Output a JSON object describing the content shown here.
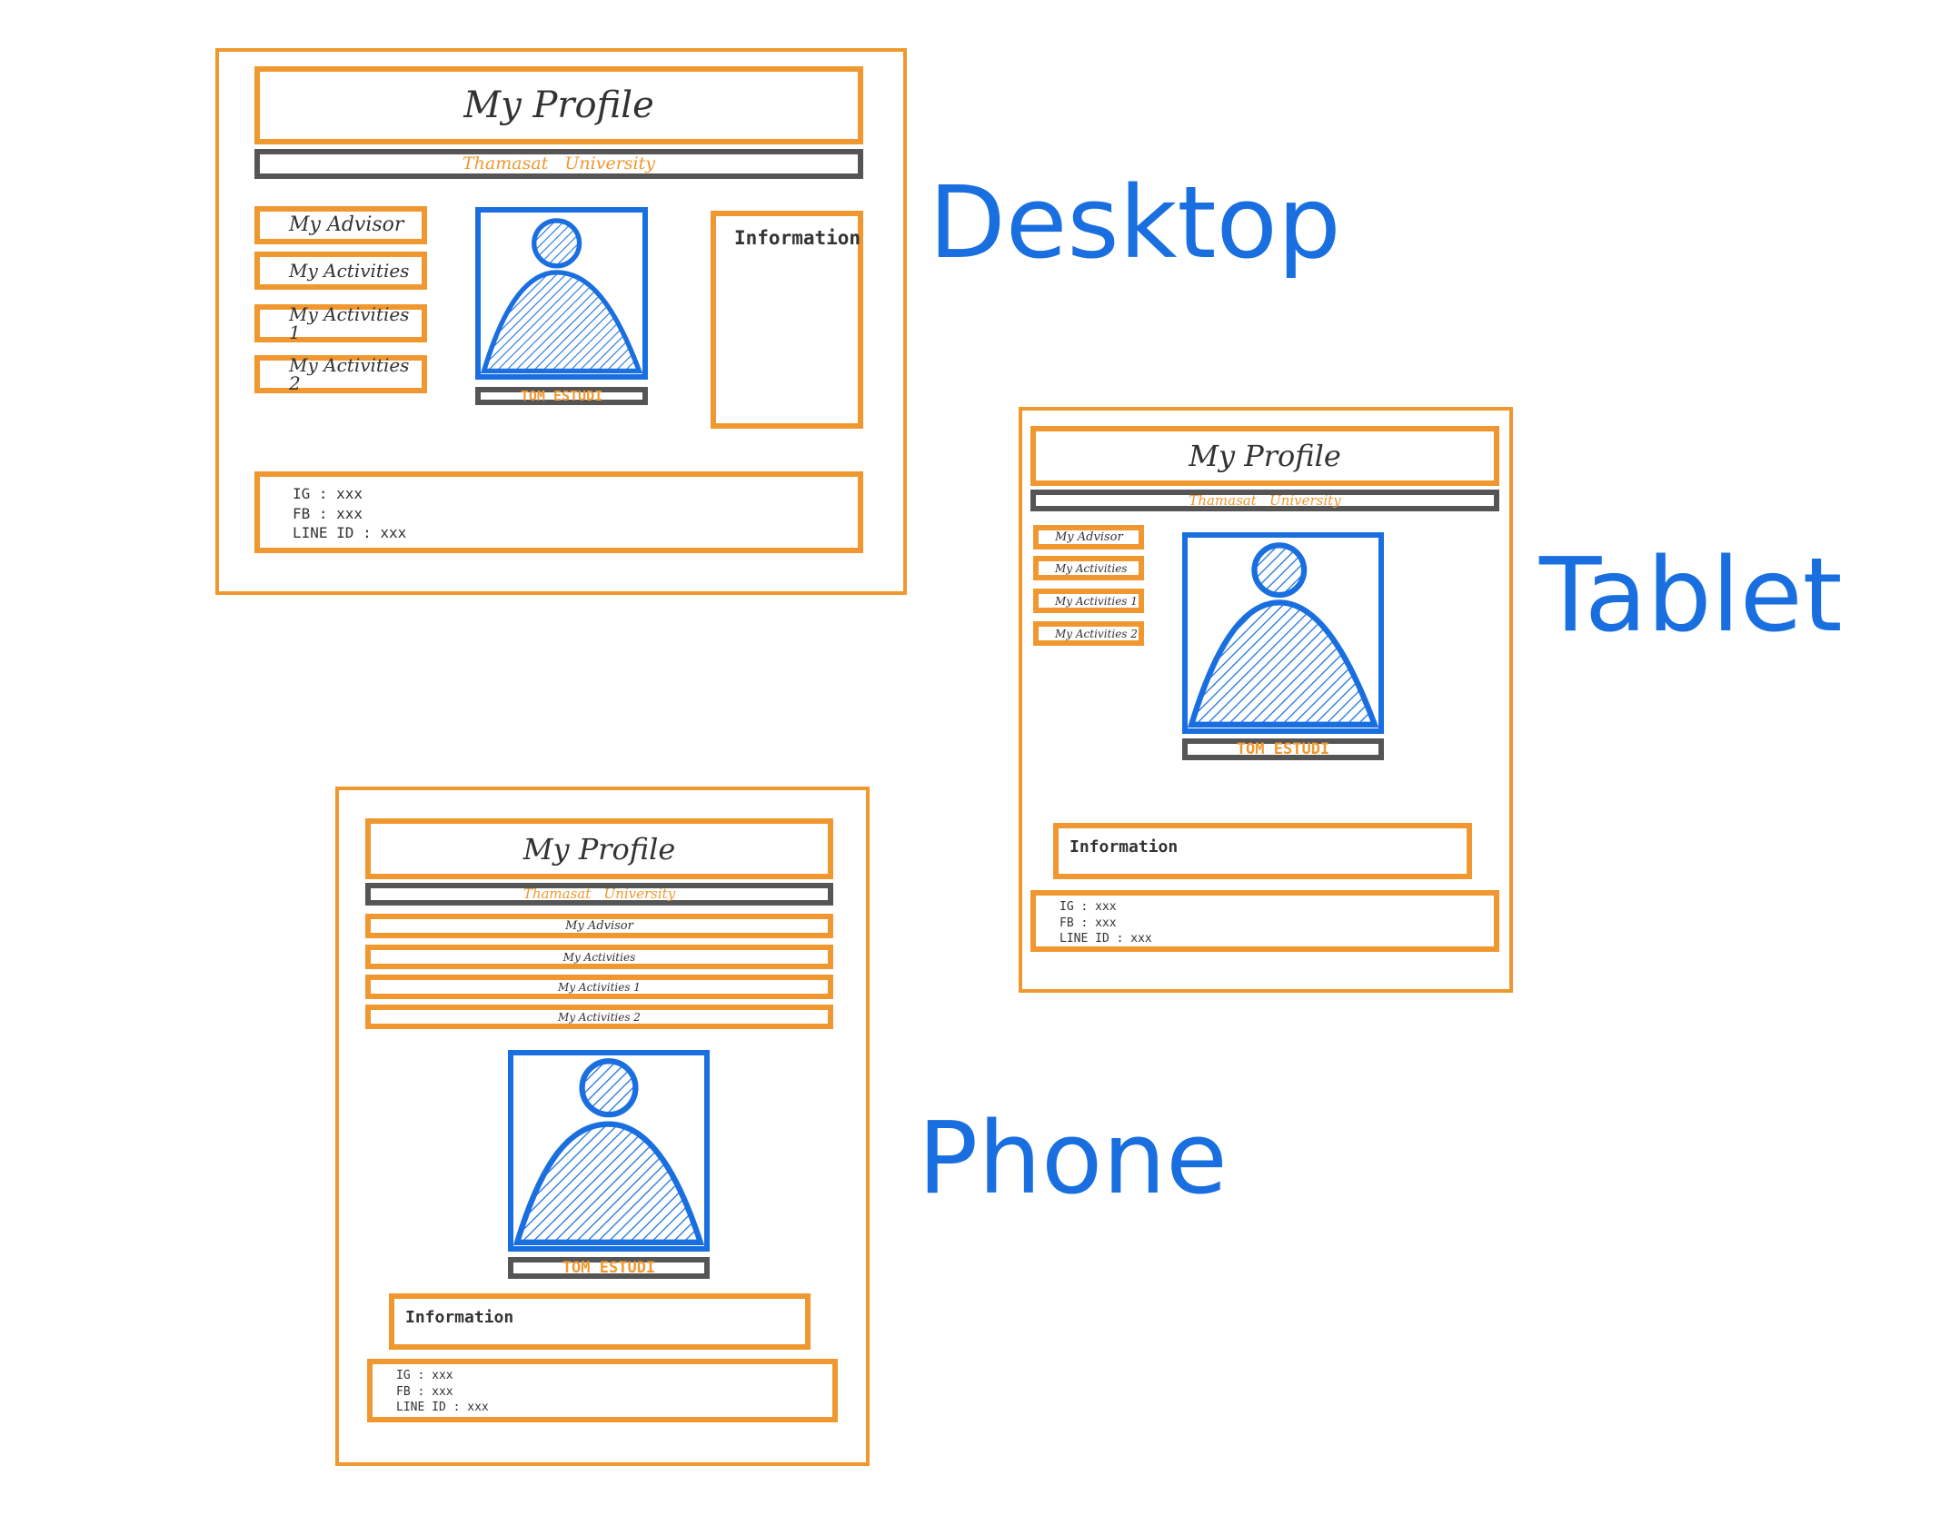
{
  "colors": {
    "frame": "#f0982f",
    "bar": "#555555",
    "avatar": "#1a6fe0",
    "label": "#1a6fe0"
  },
  "labels": {
    "desktop": "Desktop",
    "tablet": "Tablet",
    "phone": "Phone"
  },
  "profile": {
    "title": "My Profile",
    "university": "Thamasat   University",
    "nav": [
      "My Advisor",
      "My Activities",
      "My Activities 1",
      "My Activities 2"
    ],
    "avatar_icon": "user-silhouette-icon",
    "caption": "TOM ESTUDI",
    "information": "Information",
    "social": {
      "ig": "IG : xxx",
      "fb": "FB : xxx",
      "line": "LINE ID : xxx"
    }
  }
}
